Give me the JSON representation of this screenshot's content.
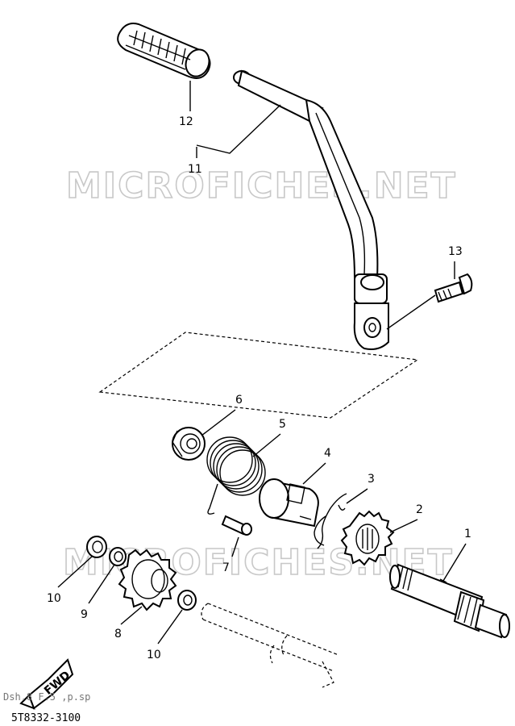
{
  "watermark_text": "MICROFICHES.NET",
  "callouts": {
    "c1": "1",
    "c2": "2",
    "c3": "3",
    "c4": "4",
    "c5": "5",
    "c6": "6",
    "c7": "7",
    "c8": "8",
    "c9": "9",
    "c10a": "10",
    "c10b": "10",
    "c11": "11",
    "c12": "12",
    "c13": "13"
  },
  "fwd_label": "FWD",
  "faint_text": "Dsh.8 F.5 ,p.sp",
  "diagram_code": "5T8332-3100"
}
